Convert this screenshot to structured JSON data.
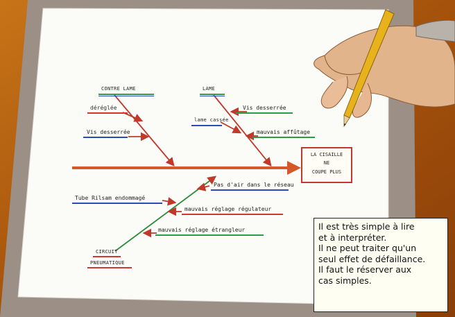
{
  "colors": {
    "wood": "#b8620e",
    "paper": "#fbfbf8",
    "spine": "#d4582a",
    "bone_red": "#c0392b",
    "bone_green": "#2e8b3a",
    "underline_red": "#d2372b",
    "underline_green": "#2f9a45",
    "underline_blue": "#2b4ab8"
  },
  "effect": {
    "line1": "LA CISAILLE",
    "line2": "NE",
    "line3": "COUPE PLUS"
  },
  "causes": {
    "contre_lame": {
      "title": "CONTRE LAME",
      "sub1": "déréglée",
      "sub2": "Vis desserrée"
    },
    "lame": {
      "title": "LAME",
      "sub1": "Vis desserrée",
      "sub2": "lame cassée",
      "sub3": "mauvais affûtage"
    },
    "circuit": {
      "title_line1": "CIRCUIT",
      "title_line2": "PNEUMATIQUE",
      "sub1": "Pas d'air dans le réseau",
      "sub2": "Tube Rilsam endommagé",
      "sub3": "mauvais réglage régulateur",
      "sub4": "mauvais réglage étrangleur"
    }
  },
  "note": {
    "lines": [
      "Il est très simple à lire",
      "et à interpréter.",
      "Il ne peut traiter qu'un",
      "seul effet de défaillance.",
      "Il faut le réserver aux",
      "cas simples."
    ]
  },
  "icons": [
    "pencil-icon",
    "hand-icon"
  ]
}
